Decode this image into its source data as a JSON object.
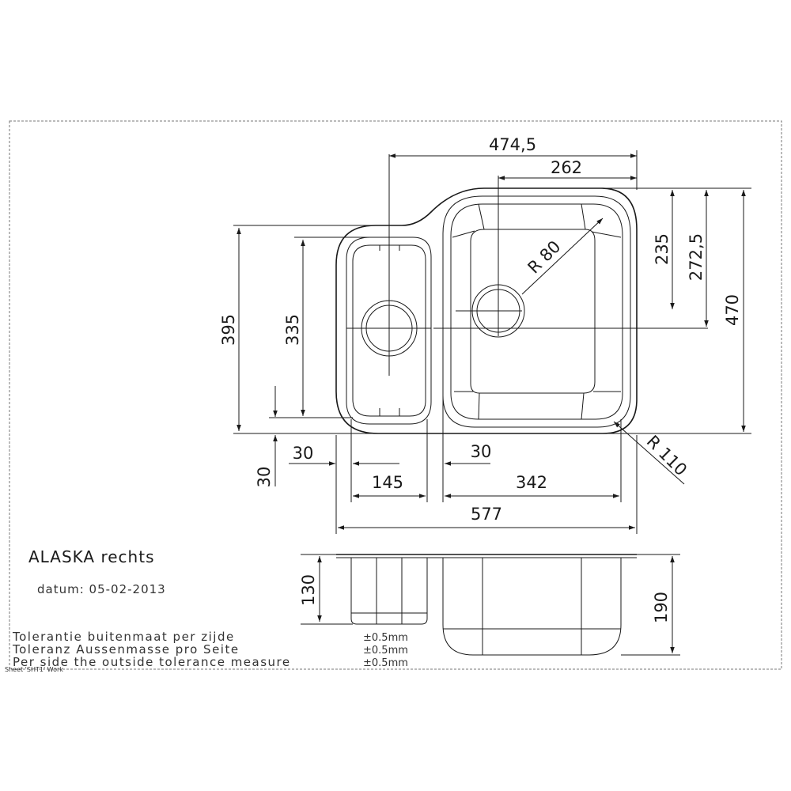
{
  "dimensions": {
    "overall_width_top": "474,5",
    "large_bowl_width_top": "262",
    "small_bowl_height_outer": "395",
    "small_bowl_height_inner": "335",
    "large_bowl_h1": "235",
    "large_bowl_h2": "272,5",
    "large_bowl_h3": "470",
    "radius_inner": "R 80",
    "radius_outer": "R 110",
    "offset_left": "30",
    "offset_right": "30",
    "offset_bottom": "30",
    "small_bowl_width": "145",
    "large_bowl_width": "342",
    "overall_width": "577",
    "small_depth": "130",
    "large_depth": "190"
  },
  "title": "ALASKA rechts",
  "date": "datum: 05-02-2013",
  "tolerance": [
    {
      "text": "Tolerantie buitenmaat per zijde",
      "value": "±0.5mm"
    },
    {
      "text": "Toleranz Aussenmasse pro Seite",
      "value": "±0.5mm"
    },
    {
      "text": "Per side the outside tolerance measure",
      "value": "±0.5mm"
    }
  ],
  "sheet_label": "Sheet 'SHT1' Work"
}
